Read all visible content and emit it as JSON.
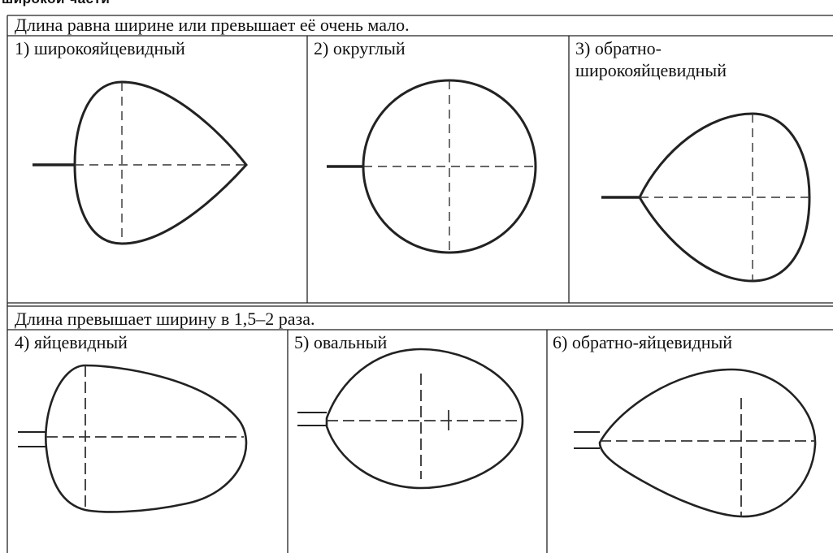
{
  "cut_heading": "широкой части",
  "sections": [
    {
      "header": "Длина равна ширине или превышает её очень мало.",
      "shapes": [
        {
          "label": "1) широкояйцевидный"
        },
        {
          "label": "2) округлый"
        },
        {
          "label": "3) обратно-широкояйцевидный"
        }
      ]
    },
    {
      "header": "Длина превышает ширину в 1,5–2 раза.",
      "shapes": [
        {
          "label": "4) яйцевидный"
        },
        {
          "label": "5) овальный"
        },
        {
          "label": "6) обратно-яйцевидный"
        }
      ]
    }
  ]
}
